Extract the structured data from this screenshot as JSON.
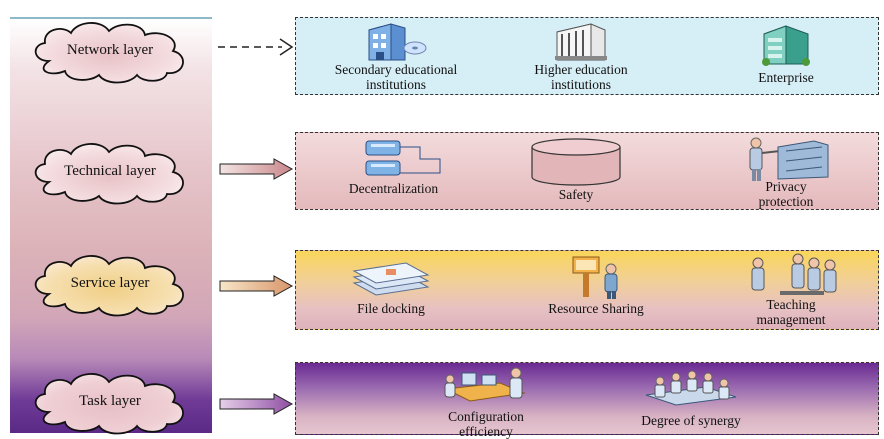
{
  "colors": {
    "network_panel": "#d6eef6",
    "technical_panel_top": "#eecfd1",
    "service_panel_top": "#f8d45a",
    "task_panel_top": "#6a2a92"
  },
  "layers": [
    {
      "name": "Network layer",
      "items": [
        {
          "label": "Secondary educational institutions",
          "icon": "school-building-icon"
        },
        {
          "label": "Higher education institutions",
          "icon": "university-building-icon"
        },
        {
          "label": "Enterprise",
          "icon": "enterprise-building-icon"
        }
      ]
    },
    {
      "name": "Technical layer",
      "items": [
        {
          "label": "Decentralization",
          "icon": "networked-phones-icon"
        },
        {
          "label": "Safety",
          "icon": "database-cylinder-icon"
        },
        {
          "label": "Privacy protection",
          "icon": "server-rack-person-icon"
        }
      ]
    },
    {
      "name": "Service layer",
      "items": [
        {
          "label": "File docking",
          "icon": "document-stack-icon"
        },
        {
          "label": "Resource Sharing",
          "icon": "presenter-icon"
        },
        {
          "label": "Teaching management",
          "icon": "people-group-icon"
        }
      ]
    },
    {
      "name": "Task layer",
      "items": [
        {
          "label": "Configuration efficiency",
          "icon": "workers-desk-icon"
        },
        {
          "label": "Degree of synergy",
          "icon": "meeting-table-icon"
        }
      ]
    }
  ]
}
